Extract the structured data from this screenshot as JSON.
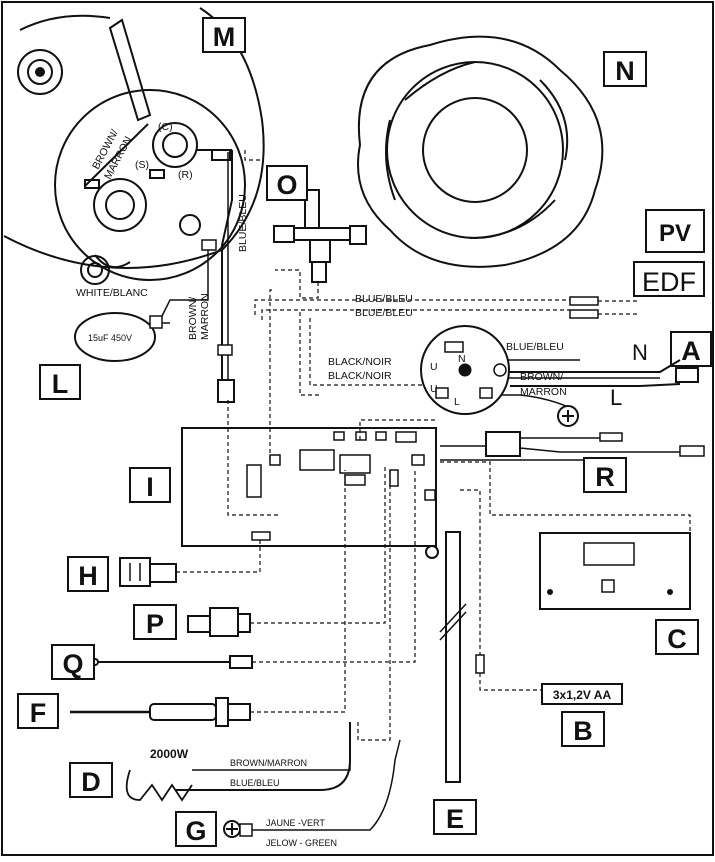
{
  "components": {
    "M": "M",
    "N": "N",
    "O": "O",
    "PV": "PV",
    "EDF": "EDF",
    "A": "A",
    "L": "L",
    "I": "I",
    "R": "R",
    "H": "H",
    "P": "P",
    "C": "C",
    "Q": "Q",
    "F": "F",
    "B": "B",
    "D": "D",
    "E": "E",
    "G": "G"
  },
  "motor": {
    "brown_marron_1": "BROWN/",
    "brown_marron_2": "MARRON",
    "terminal_c": "(C)",
    "terminal_s": "(S)",
    "terminal_r": "(R)",
    "blue_bleu": "BLUE/BLEU",
    "white_blanc": "WHITE/BLANC",
    "brown2_1": "BROWN/",
    "brown2_2": "MARRON"
  },
  "capacitor": {
    "rating": "15uF 450V"
  },
  "mains": {
    "blue_bleu_1": "BLUE/BLEU",
    "blue_bleu_2": "BLUE/BLEU",
    "blue_bleu_3": "BLUE/BLEU",
    "black_noir_1": "BLACK/NOIR",
    "black_noir_2": "BLACK/NOIR",
    "brown_1": "BROWN/",
    "brown_2": "MARRON",
    "n_label": "N",
    "l_label": "L",
    "socket_n": "N",
    "socket_l": "L",
    "socket_u1": "U",
    "socket_u2": "U"
  },
  "battery": {
    "spec": "3x1,2V AA"
  },
  "heater": {
    "power": "2000W",
    "brown_marron": "BROWN/MARRON",
    "blue_bleu": "BLUE/BLEU"
  },
  "ground": {
    "jaune_vert": "JAUNE -VERT",
    "yellow_green": "JELOW - GREEN"
  }
}
